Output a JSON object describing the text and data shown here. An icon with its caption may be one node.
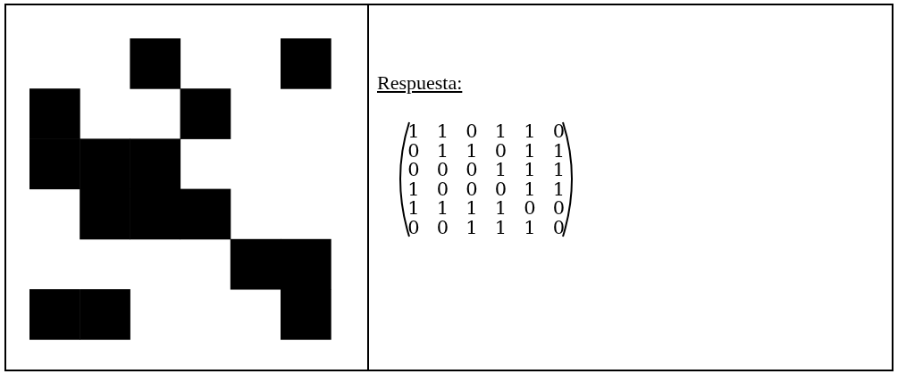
{
  "diagram": {
    "labels": [
      "Respuesta:",
      "1",
      "1",
      "0",
      "1",
      "1",
      "0",
      "0",
      "1",
      "1",
      "0",
      "1",
      "1",
      "0",
      "0",
      "0",
      "1",
      "1",
      "1",
      "1",
      "0",
      "0",
      "0",
      "1",
      "1",
      "1",
      "1",
      "1",
      "1",
      "0",
      "0",
      "0",
      "0",
      "1",
      "1",
      "1",
      "0"
    ]
  }
}
